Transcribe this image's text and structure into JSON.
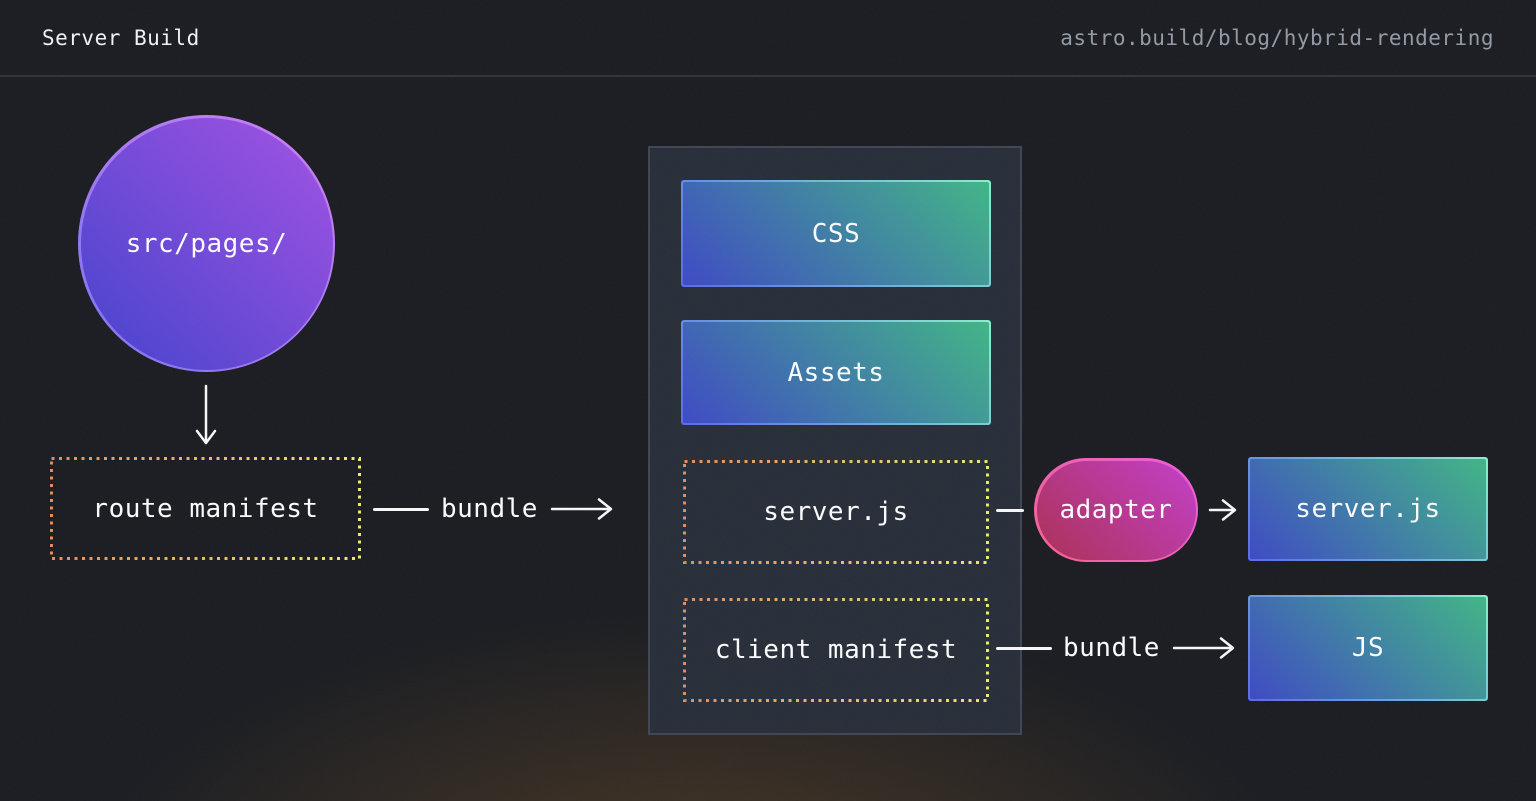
{
  "header": {
    "title": "Server Build",
    "url": "astro.build/blog/hybrid-rendering"
  },
  "diagram": {
    "source_dir": {
      "label": "src/pages/"
    },
    "route_manifest": {
      "label": "route manifest"
    },
    "bundle_server_edge": {
      "label": "bundle"
    },
    "build_output": {
      "css": {
        "label": "CSS"
      },
      "assets": {
        "label": "Assets"
      },
      "server_entry": {
        "label": "server.js"
      },
      "client_manifest": {
        "label": "client manifest"
      }
    },
    "adapter": {
      "label": "adapter"
    },
    "server_output": {
      "label": "server.js"
    },
    "bundle_client_edge": {
      "label": "bundle"
    },
    "js_output": {
      "label": "JS"
    }
  },
  "colors": {
    "background": "#16181d",
    "panel": "#242a35",
    "panel_border": "#3b4250",
    "teal_box_start": "#3a46c2",
    "teal_box_end": "#3db383",
    "circle_start": "#3f3ecb",
    "circle_end": "#a14ee2",
    "adapter_start": "#a82c50",
    "adapter_end": "#c23ac8",
    "dotted_border_start": "#dd8a60",
    "dotted_border_end": "#eae76e",
    "line": "#f5f6f8",
    "url_text": "#9097a3",
    "glow": "#966224"
  }
}
